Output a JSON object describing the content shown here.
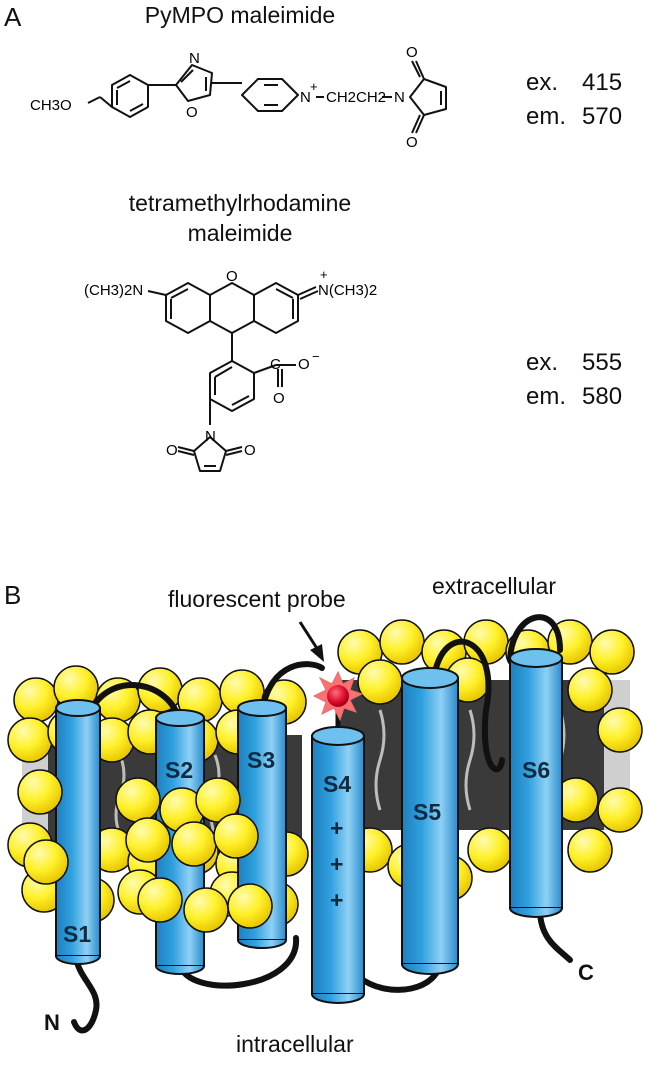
{
  "panel_a": {
    "letter": "A",
    "compound1": {
      "name": "PyMPO maleimide",
      "ex_label": "ex.",
      "ex_value": "415",
      "em_label": "em.",
      "em_value": "570",
      "atoms": {
        "methoxy": "CH3O",
        "n_oxazole": "N",
        "o_oxazole": "O",
        "n_pyridinium": "N",
        "plus": "+",
        "linker": "CH2CH2",
        "n_maleimide": "N",
        "o_top": "O",
        "o_bottom": "O"
      }
    },
    "compound2": {
      "name_line1": "tetramethylrhodamine",
      "name_line2": "maleimide",
      "ex_label": "ex.",
      "ex_value": "555",
      "em_label": "em.",
      "em_value": "580",
      "atoms": {
        "left_amine": "(CH3)2N",
        "right_amine": "N(CH3)2",
        "plus": "+",
        "ring_o": "O",
        "carboxylate": "C",
        "carboxylate_o": "O",
        "minus": "−",
        "n_maleimide": "N",
        "o_left": "O",
        "o_right": "O"
      }
    }
  },
  "panel_b": {
    "letter": "B",
    "probe_label": "fluorescent probe",
    "extracellular": "extracellular",
    "intracellular": "intracellular",
    "n_terminus": "N",
    "c_terminus": "C",
    "helices": [
      "S1",
      "S2",
      "S3",
      "S4",
      "S5",
      "S6"
    ],
    "s4_charges": [
      "+",
      "+",
      "+"
    ],
    "colors": {
      "helix": "#2fa0de",
      "lipid_head": "#fff12a",
      "probe": "#e0102f",
      "membrane": "#555555"
    }
  }
}
